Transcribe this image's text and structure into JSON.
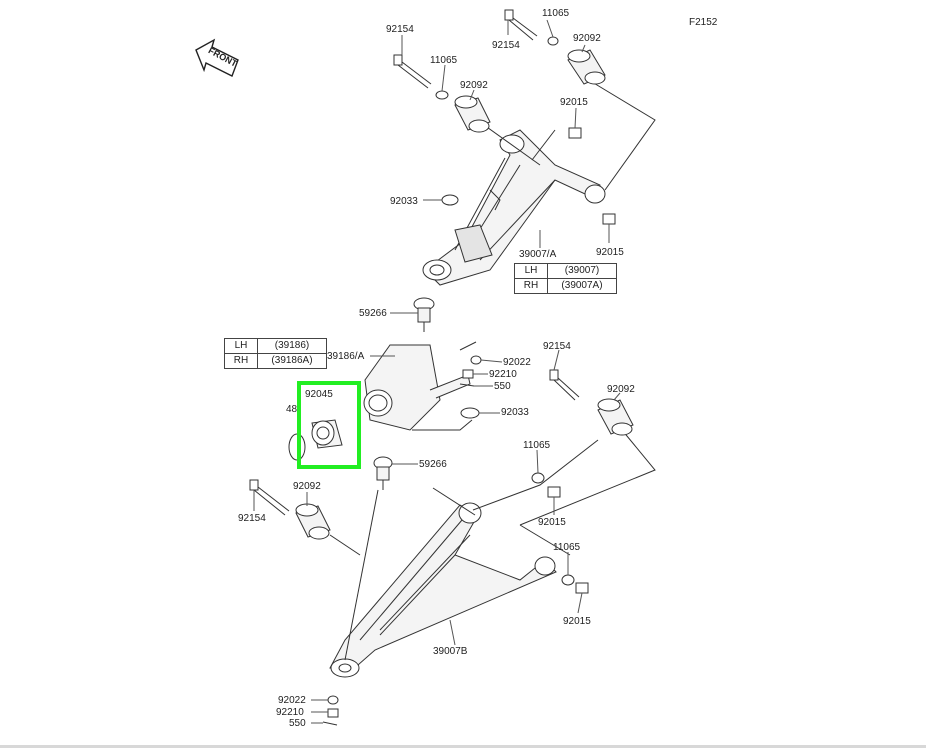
{
  "figure_code": "F2152",
  "front_arrow_text": "FRONT",
  "part_labels": {
    "p92154_top": "92154",
    "p11065_top": "11065",
    "p92092_top_r": "92092",
    "p92154_left": "92154",
    "p11065_left": "11065",
    "p92092_left": "92092",
    "p92015_a": "92015",
    "p92033_upper": "92033",
    "p39007a": "39007/A",
    "p92015_b": "92015",
    "p59266_upper": "59266",
    "p39186a": "39186/A",
    "p92022_mid": "92022",
    "p92210_mid": "92210",
    "p550_mid": "550",
    "p92033_mid": "92033",
    "p92154_mid": "92154",
    "p92092_mid": "92092",
    "p92045": "92045",
    "p48_partial": "48",
    "p59266_lower": "59266",
    "p11065_mid": "11065",
    "p92015_c": "92015",
    "p92092_lower": "92092",
    "p92154_lower": "92154",
    "p11065_low": "11065",
    "p92015_d": "92015",
    "p39007b": "39007B",
    "p92022_low": "92022",
    "p92210_low": "92210",
    "p550_low": "550"
  },
  "arm_table": {
    "rows": [
      {
        "side": "LH",
        "code": "(39007)"
      },
      {
        "side": "RH",
        "code": "(39007A)"
      }
    ]
  },
  "knuckle_table": {
    "rows": [
      {
        "side": "LH",
        "code": "(39186)"
      },
      {
        "side": "RH",
        "code": "(39186A)"
      }
    ]
  },
  "colors": {
    "line": "#333333",
    "part_fill": "#f4f4f4",
    "highlight": "#22ee22"
  }
}
